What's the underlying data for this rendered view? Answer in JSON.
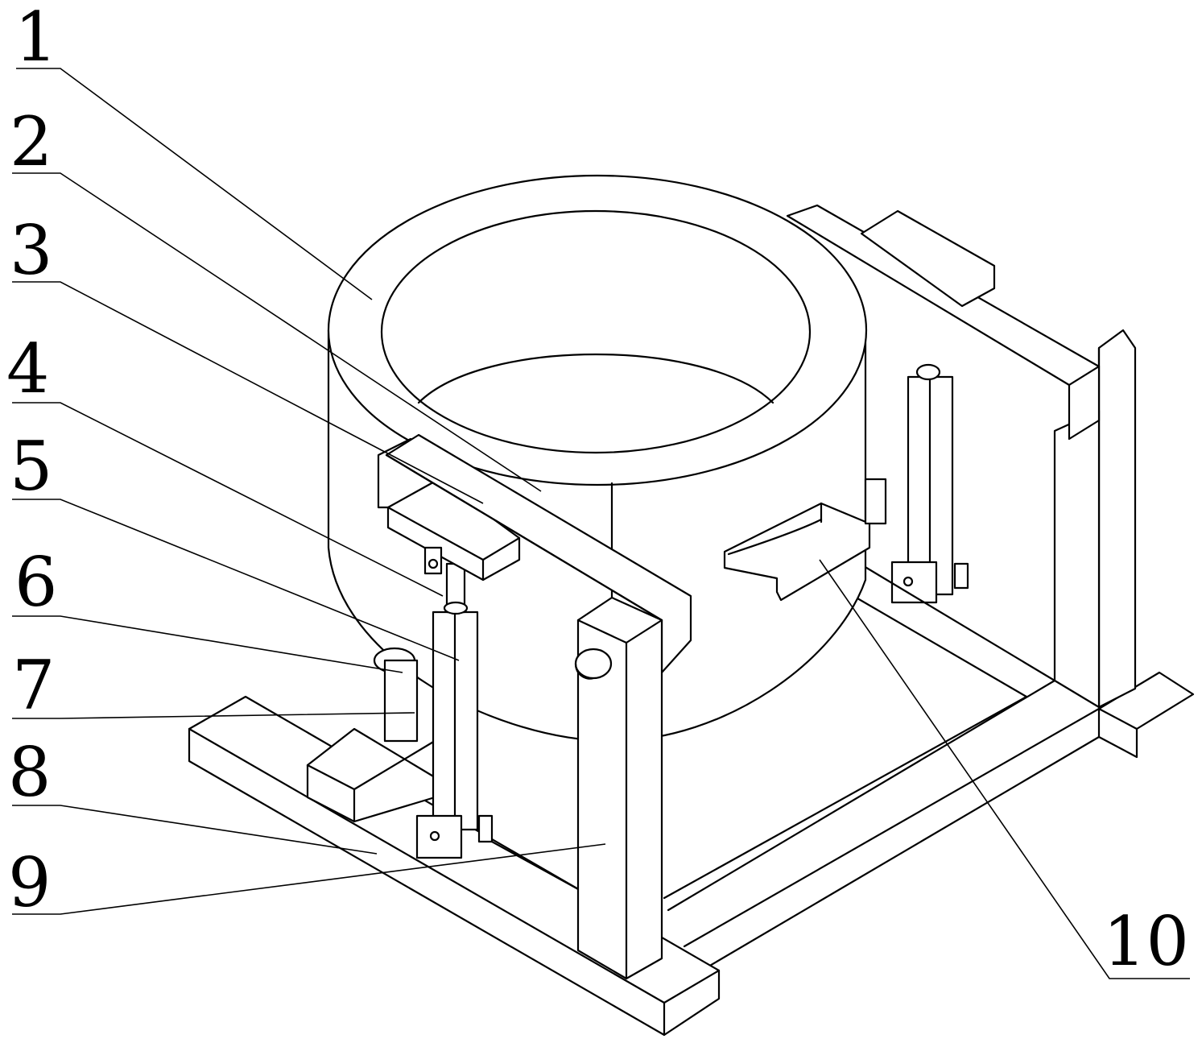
{
  "labels": [
    {
      "id": "1",
      "text": "1"
    },
    {
      "id": "2",
      "text": "2"
    },
    {
      "id": "3",
      "text": "3"
    },
    {
      "id": "4",
      "text": "4"
    },
    {
      "id": "5",
      "text": "5"
    },
    {
      "id": "6",
      "text": "6"
    },
    {
      "id": "7",
      "text": "7"
    },
    {
      "id": "8",
      "text": "8"
    },
    {
      "id": "9",
      "text": "9"
    },
    {
      "id": "10",
      "text": "10"
    }
  ],
  "colors": {
    "line": "#000000",
    "background": "#ffffff"
  }
}
